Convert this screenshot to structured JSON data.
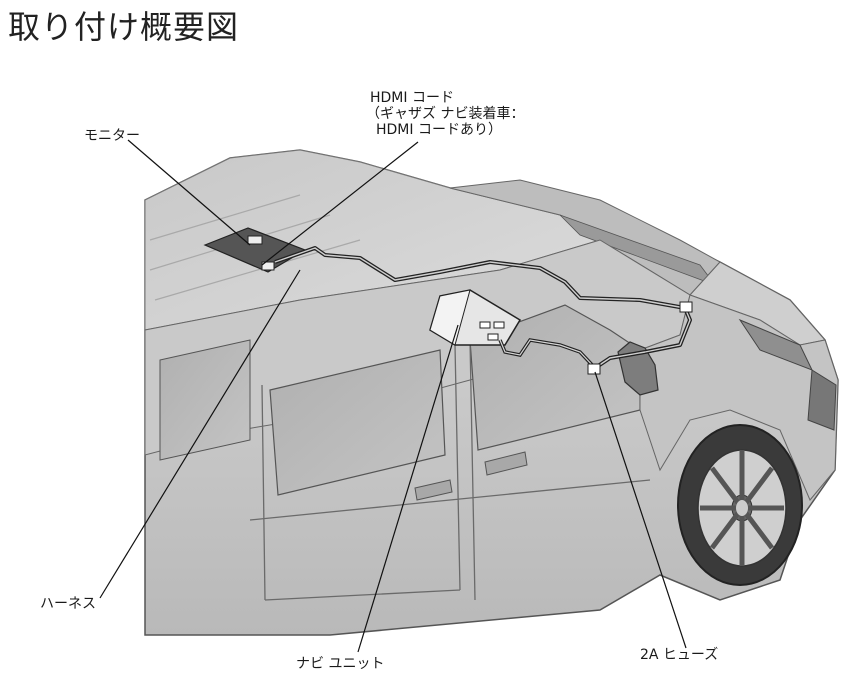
{
  "title": "取り付け概要図",
  "labels": {
    "hdmi_line1": "HDMI コード",
    "hdmi_line2": "（ギャザズ ナビ装着車：",
    "hdmi_line3": "HDMI コードあり）",
    "monitor": "モニター",
    "harness": "ハーネス",
    "navi_unit": "ナビ ユニット",
    "fuse": "2A ヒューズ"
  }
}
